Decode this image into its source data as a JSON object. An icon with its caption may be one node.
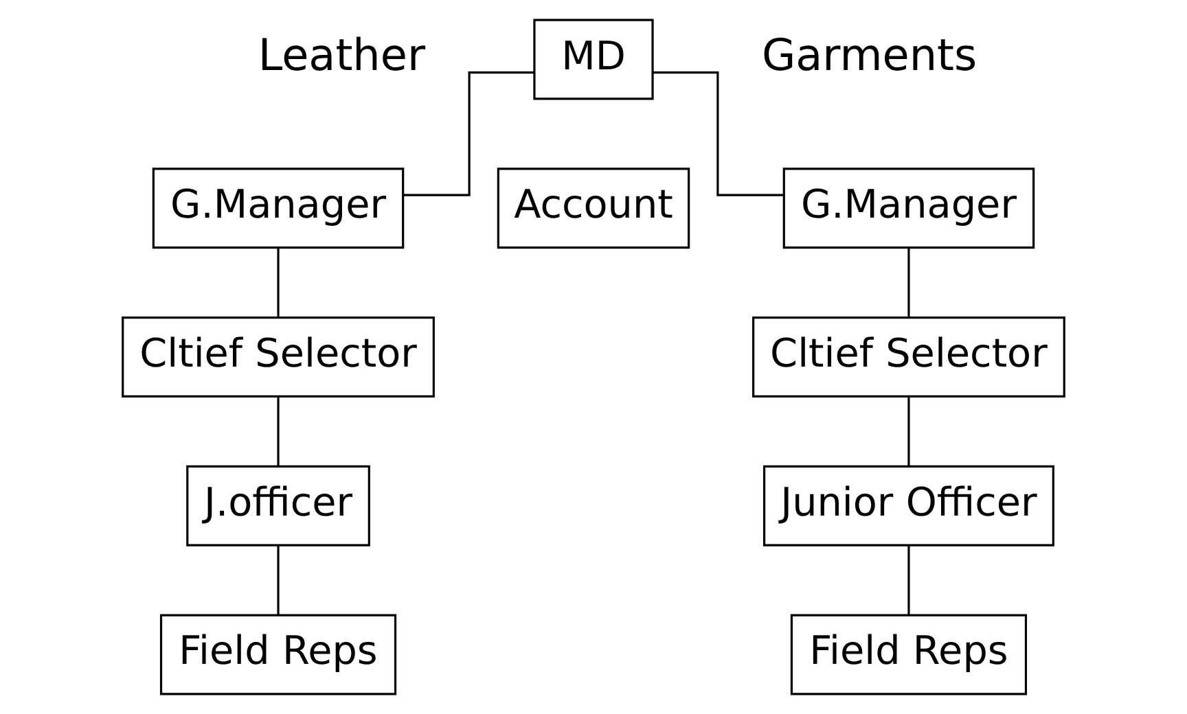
{
  "diagram": {
    "nodes": [
      {
        "text": [
          "MD"
        ]
      },
      {
        "text": [
          "G.Manager"
        ]
      },
      {
        "text": [
          "Account"
        ]
      },
      {
        "text": [
          "G.Manager"
        ]
      },
      {
        "text": [
          "Cltief Selector"
        ]
      },
      {
        "text": [
          "J.officer"
        ]
      },
      {
        "text": [
          "Field Reps"
        ]
      },
      {
        "text": [
          "Cltief Selector"
        ]
      },
      {
        "text": [
          "Junior Officer"
        ]
      },
      {
        "text": [
          "Field Reps"
        ]
      }
    ],
    "edges": [
      {
        "from": 0,
        "to": 1,
        "arrow": "none"
      },
      {
        "from": 0,
        "to": 3,
        "arrow": "none"
      },
      {
        "from": 1,
        "to": 4,
        "arrow": "none"
      },
      {
        "from": 4,
        "to": 5,
        "arrow": "none"
      },
      {
        "from": 5,
        "to": 6,
        "arrow": "none"
      },
      {
        "from": 3,
        "to": 7,
        "arrow": "none"
      },
      {
        "from": 7,
        "to": 8,
        "arrow": "none"
      },
      {
        "from": 8,
        "to": 9,
        "arrow": "none"
      }
    ],
    "labels": [
      "Leather",
      "Garments"
    ]
  }
}
